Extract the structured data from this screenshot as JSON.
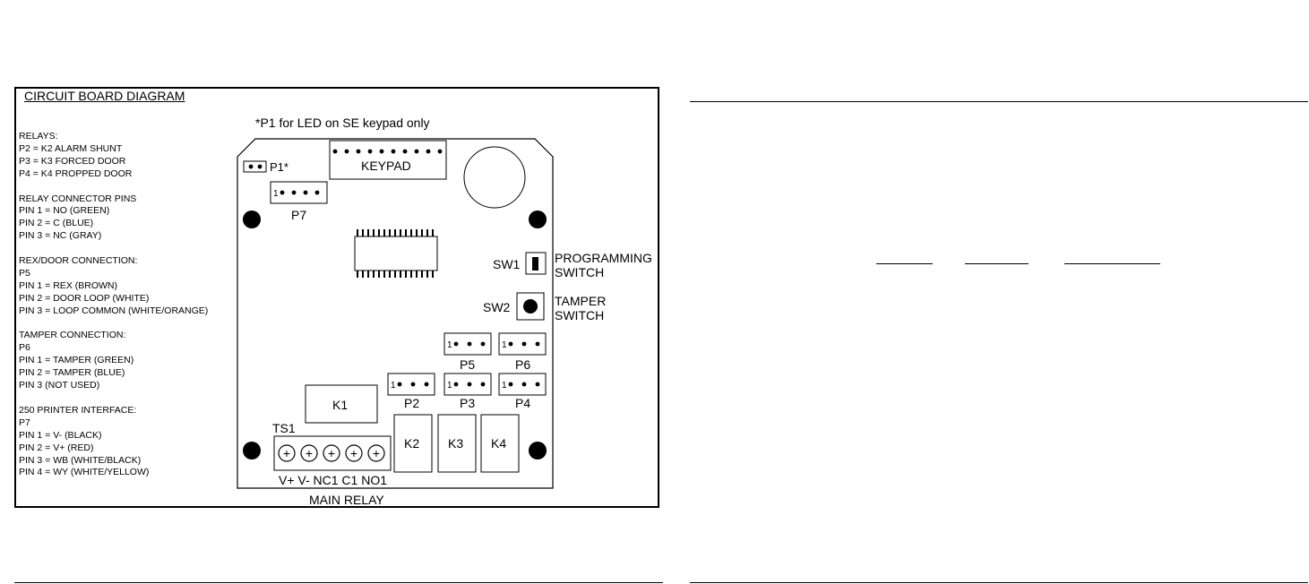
{
  "diagram": {
    "title": "CIRCUIT BOARD DIAGRAM",
    "note": "*P1 for LED on SE keypad only",
    "legend": [
      {
        "lines": [
          "RELAYS:",
          "P2 = K2 ALARM SHUNT",
          "P3 = K3 FORCED DOOR",
          "P4 = K4 PROPPED DOOR"
        ]
      },
      {
        "lines": [
          "RELAY CONNECTOR PINS",
          "PIN 1 = NO (GREEN)",
          "PIN 2 = C (BLUE)",
          "PIN 3 = NC (GRAY)"
        ]
      },
      {
        "lines": [
          "REX/DOOR CONNECTION:",
          "P5",
          "PIN 1 = REX (BROWN)",
          "PIN 2 = DOOR LOOP (WHITE)",
          "PIN 3 = LOOP COMMON (WHITE/ORANGE)"
        ]
      },
      {
        "lines": [
          "TAMPER CONNECTION:",
          "P6",
          "PIN 1 = TAMPER (GREEN)",
          "PIN 2 = TAMPER (BLUE)",
          "PIN 3 (NOT USED)"
        ]
      },
      {
        "lines": [
          "250 PRINTER INTERFACE:",
          "P7",
          "PIN 1 = V- (BLACK)",
          "PIN 2 = V+ (RED)",
          "PIN 3 = WB (WHITE/BLACK)",
          "PIN 4 = WY (WHITE/YELLOW)"
        ]
      }
    ],
    "labels": {
      "keypad": "KEYPAD",
      "p1": "P1*",
      "p7": "P7",
      "p2": "P2",
      "p3": "P3",
      "p4": "P4",
      "p5": "P5",
      "p6": "P6",
      "pin1_marker": "1",
      "k1": "K1",
      "k2": "K2",
      "k3": "K3",
      "k4": "K4",
      "ts1": "TS1",
      "terminal_row": "V+ V- NC1 C1 NO1",
      "main_relay": "MAIN RELAY",
      "sw1": "SW1",
      "sw2": "SW2",
      "programming_switch_1": "PROGRAMMING",
      "programming_switch_2": "SWITCH",
      "tamper_switch_1": "TAMPER",
      "tamper_switch_2": "SWITCH",
      "terminal_symbol": "+"
    }
  }
}
